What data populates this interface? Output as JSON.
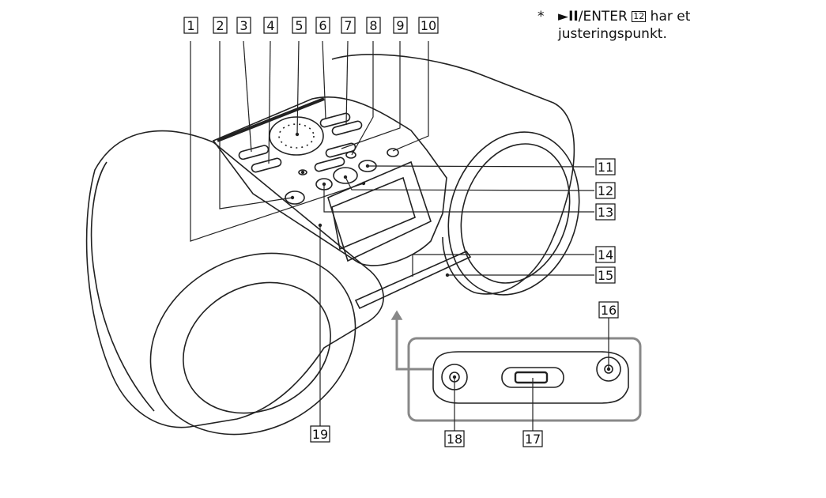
{
  "note": {
    "asterisk": "*",
    "symbol": "►II",
    "key_text": "/ENTER",
    "key_number": "12",
    "text_line1_end": "har et",
    "text_line2": "justeringspunkt."
  },
  "callouts": [
    {
      "id": "1",
      "label": "1"
    },
    {
      "id": "2",
      "label": "2"
    },
    {
      "id": "3",
      "label": "3"
    },
    {
      "id": "4",
      "label": "4"
    },
    {
      "id": "5",
      "label": "5"
    },
    {
      "id": "6",
      "label": "6"
    },
    {
      "id": "7",
      "label": "7"
    },
    {
      "id": "8",
      "label": "8"
    },
    {
      "id": "9",
      "label": "9"
    },
    {
      "id": "10",
      "label": "10"
    },
    {
      "id": "11",
      "label": "11"
    },
    {
      "id": "12",
      "label": "12"
    },
    {
      "id": "13",
      "label": "13"
    },
    {
      "id": "14",
      "label": "14"
    },
    {
      "id": "15",
      "label": "15"
    },
    {
      "id": "16",
      "label": "16"
    },
    {
      "id": "17",
      "label": "17"
    },
    {
      "id": "18",
      "label": "18"
    },
    {
      "id": "19",
      "label": "19"
    }
  ]
}
